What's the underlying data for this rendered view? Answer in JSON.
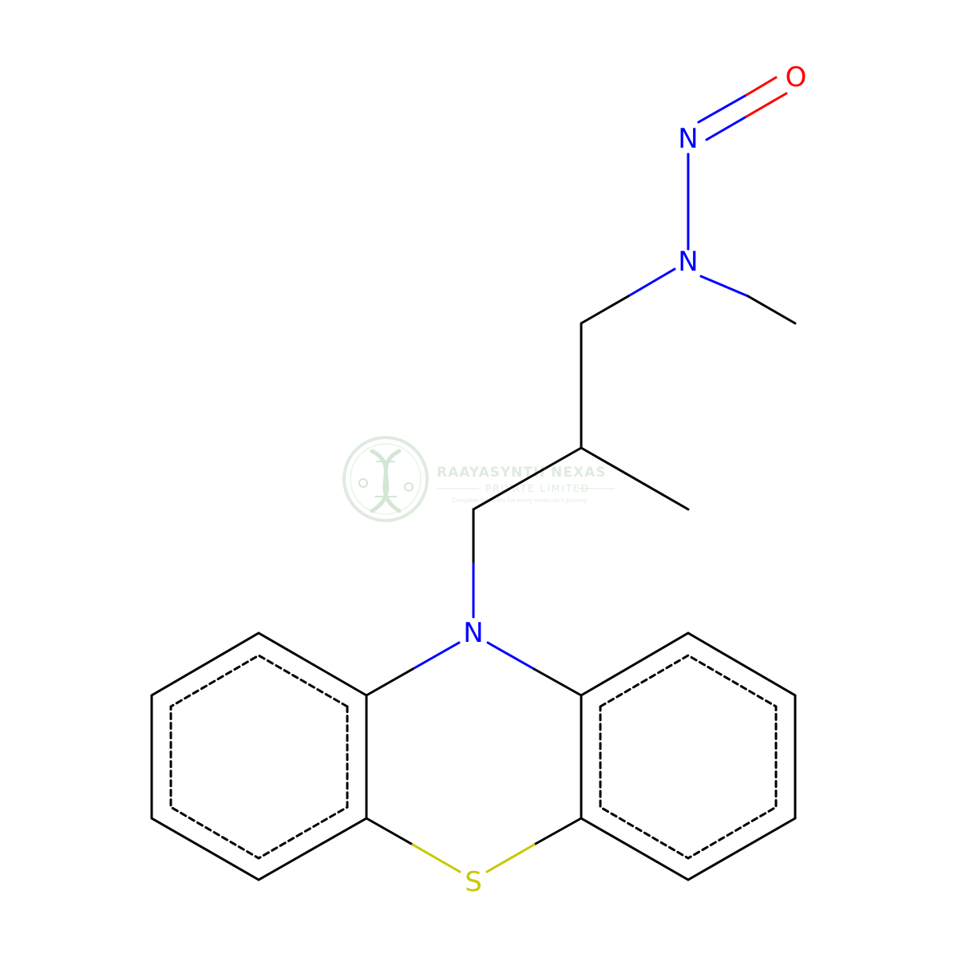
{
  "molecule": {
    "atoms": {
      "oxygen": "O",
      "nitroso_nitrogen": "N",
      "amine_nitrogen": "N",
      "ring_nitrogen": "N",
      "sulfur": "S"
    },
    "colors": {
      "bond": "#000000",
      "nitrogen": "#0000ff",
      "oxygen": "#ff0000",
      "sulfur": "#c8c800"
    }
  },
  "watermark": {
    "title": "RAAYASYNTH NEXAS",
    "subtitle": "PRIVATE LIMITED",
    "tagline": "Complete solutions for every molecule's journey",
    "color": "#6ca96c",
    "icon": "dna-helix-icon"
  }
}
